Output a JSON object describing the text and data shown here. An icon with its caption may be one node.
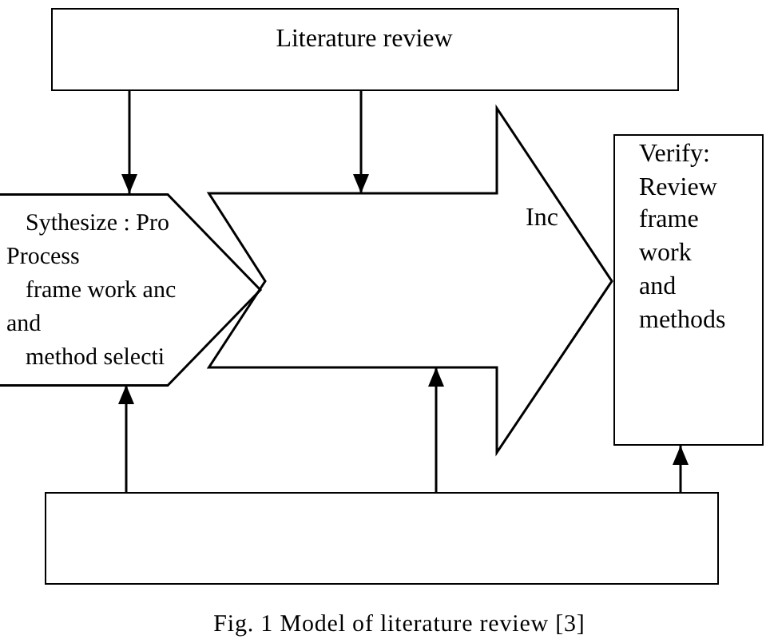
{
  "diagram": {
    "caption": "Fig. 1 Model of literature review [3]",
    "nodes": [
      {
        "text": [
          "Literature review"
        ]
      },
      {
        "text": [
          "Sythesize : Pro",
          "Process",
          "frame work anc",
          "and",
          "method selecti"
        ]
      },
      {
        "text": [
          "Inc"
        ]
      },
      {
        "text": [
          "Verify: Review frame work and methods"
        ]
      },
      {
        "text": [],
        "shape": "box"
      }
    ],
    "edges": [
      {
        "from": 0,
        "to": 1,
        "arrow": "to"
      },
      {
        "from": 0,
        "to": 2,
        "arrow": "to"
      },
      {
        "from": 4,
        "to": 1,
        "arrow": "to"
      },
      {
        "from": 4,
        "to": 2,
        "arrow": "to"
      },
      {
        "from": 4,
        "to": 3,
        "arrow": "to"
      }
    ]
  }
}
